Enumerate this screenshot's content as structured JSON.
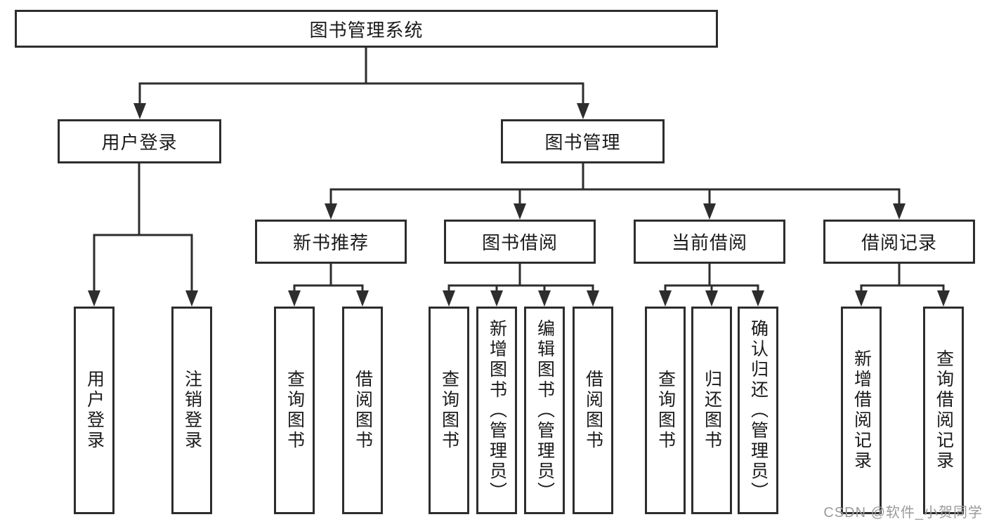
{
  "tree": {
    "label": "图书管理系统",
    "children": [
      {
        "label": "用户登录",
        "children": [
          {
            "label": "用户登录"
          },
          {
            "label": "注销登录"
          }
        ]
      },
      {
        "label": "图书管理",
        "children": [
          {
            "label": "新书推荐",
            "children": [
              {
                "label": "查询图书"
              },
              {
                "label": "借阅图书"
              }
            ]
          },
          {
            "label": "图书借阅",
            "children": [
              {
                "label": "查询图书"
              },
              {
                "label": "新增图书（管理员）"
              },
              {
                "label": "编辑图书（管理员）"
              },
              {
                "label": "借阅图书"
              }
            ]
          },
          {
            "label": "当前借阅",
            "children": [
              {
                "label": "查询图书"
              },
              {
                "label": "归还图书"
              },
              {
                "label": "确认归还（管理员）"
              }
            ]
          },
          {
            "label": "借阅记录",
            "children": [
              {
                "label": "新增借阅记录"
              },
              {
                "label": "查询借阅记录"
              }
            ]
          }
        ]
      }
    ]
  },
  "watermark": {
    "text": "CSDN @软件_小贺同学"
  },
  "colors": {
    "line": "#2d2d2d",
    "text": "#1a1a1a",
    "watermark": "#9b9b9b",
    "background": "#ffffff"
  }
}
